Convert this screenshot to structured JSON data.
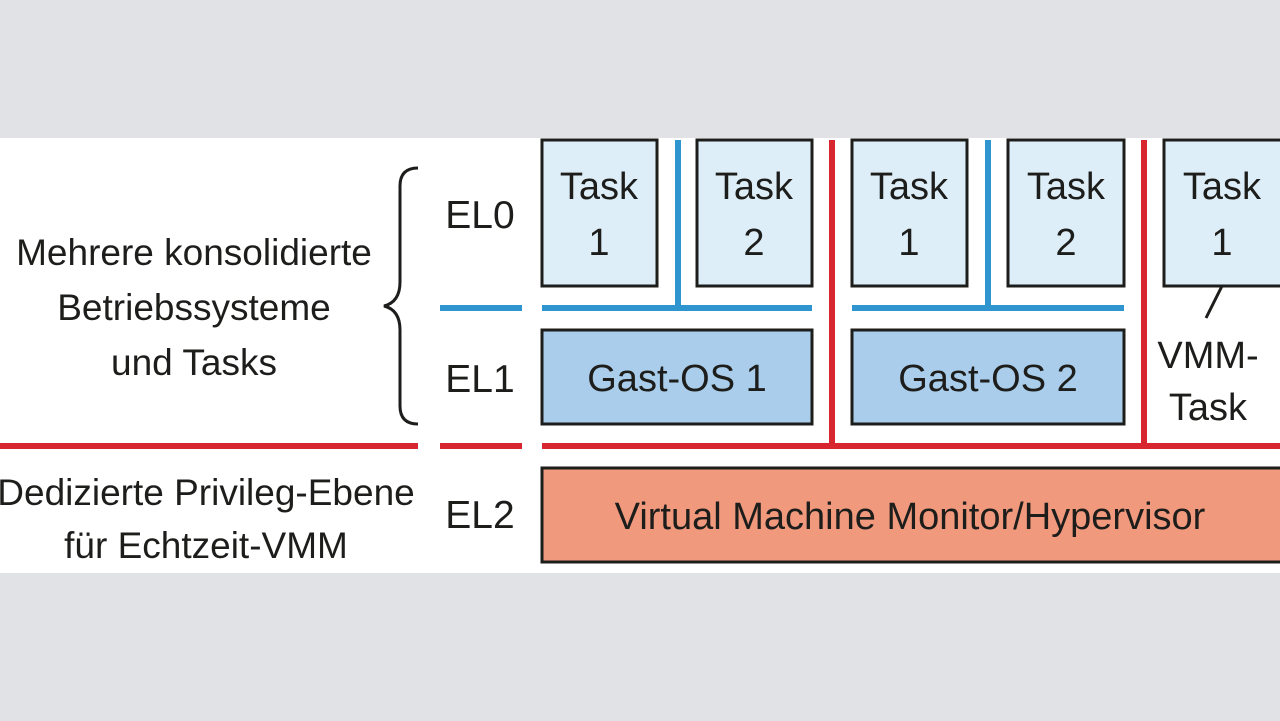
{
  "labels": {
    "consolidated_line1": "Mehrere konsolidierte",
    "consolidated_line2": "Betriebssysteme",
    "consolidated_line3": "und Tasks",
    "dedicated_line1": "Dedizierte Privileg-Ebene",
    "dedicated_line2": "für Echtzeit-VMM"
  },
  "levels": {
    "el0": "EL0",
    "el1": "EL1",
    "el2": "EL2"
  },
  "vm1": {
    "task1": {
      "line1": "Task",
      "line2": "1"
    },
    "task2": {
      "line1": "Task",
      "line2": "2"
    },
    "guest_os": "Gast-OS 1"
  },
  "vm2": {
    "task1": {
      "line1": "Task",
      "line2": "1"
    },
    "task2": {
      "line1": "Task",
      "line2": "2"
    },
    "guest_os": "Gast-OS 2"
  },
  "vmm_task_area": {
    "task": {
      "line1": "Task",
      "line2": "1"
    },
    "label_line1": "VMM-",
    "label_line2": "Task"
  },
  "hypervisor": "Virtual Machine Monitor/Hypervisor",
  "colors": {
    "background": "#e1e2e6",
    "panel": "#ffffff",
    "task_fill": "#ddeef8",
    "guest_os_fill": "#a9cdea",
    "hypervisor_fill": "#f0997c",
    "separator_red": "#d7262f",
    "separator_blue": "#2f95cf",
    "outline": "#1d1d1b"
  }
}
